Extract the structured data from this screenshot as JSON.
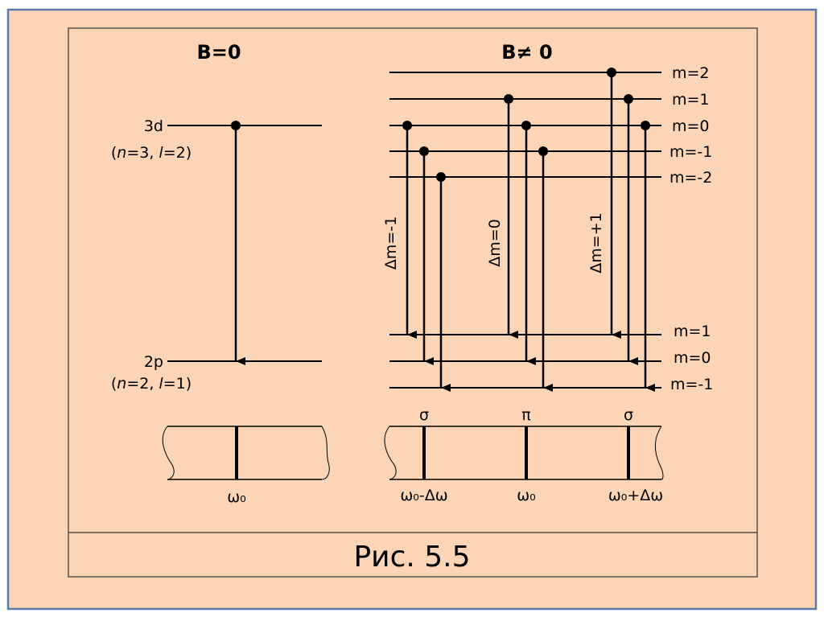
{
  "colors": {
    "background": "#fbd5b5",
    "frame": "#5a7bab",
    "ink": "#000000"
  },
  "left": {
    "title": "B=0",
    "upper": {
      "name": "3d",
      "q_open": "(",
      "n": "n",
      "n_val": "=3, ",
      "l": "l",
      "l_val": "=2)"
    },
    "lower": {
      "name": "2p",
      "q_open": "(",
      "n": "n",
      "n_val": "=2, ",
      "l": "l",
      "l_val": "=1)"
    },
    "spectrum_label": "ω₀"
  },
  "right": {
    "title": "B≠ 0",
    "upper_levels": [
      "m=2",
      "m=1",
      "m=0",
      "m=-1",
      "m=-2"
    ],
    "lower_levels": [
      "m=1",
      "m=0",
      "m=-1"
    ],
    "transition_groups": [
      "Δm=-1",
      "Δm=0",
      "Δm=+1"
    ],
    "polarizations": [
      "σ",
      "π",
      "σ"
    ],
    "spectrum_labels": [
      "ω₀-Δω",
      "ω₀",
      "ω₀+Δω"
    ]
  },
  "caption": "Рис. 5.5"
}
